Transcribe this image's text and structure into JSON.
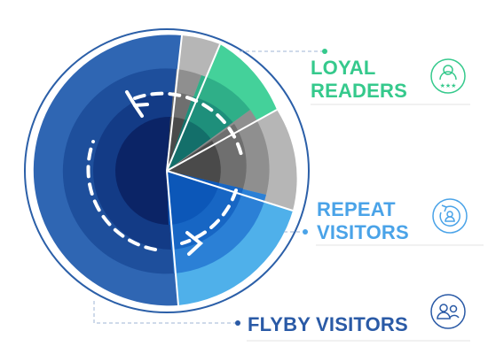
{
  "segments": [
    {
      "key": "loyal",
      "label_lines": [
        "LOYAL",
        "READERS"
      ],
      "text_color": "#35c98c",
      "icon": "loyal-readers-icon",
      "icon_color": "#35c98c"
    },
    {
      "key": "repeat",
      "label_lines": [
        "REPEAT",
        "VISITORS"
      ],
      "text_color": "#4aa3e8",
      "icon": "repeat-visitor-icon",
      "icon_color": "#4aa3e8"
    },
    {
      "key": "flyby",
      "label_lines": [
        "FLYBY VISITORS"
      ],
      "text_color": "#2a5aa6",
      "icon": "group-visitors-icon",
      "icon_color": "#2a5aa6"
    }
  ],
  "colors": {
    "flyby_outer": "#2f66b3",
    "flyby_mid": "#1e4f9c",
    "flyby_inner": "#133b86",
    "flyby_core": "#0b2466",
    "repeat_outer": "#4fb0ea",
    "repeat_mid": "#2b80d6",
    "repeat_inner": "#1766c4",
    "repeat_core": "#0c57b8",
    "loyal_outer": "#44d19a",
    "loyal_mid": "#2faf88",
    "loyal_inner": "#1e8f7b",
    "loyal_core": "#136f6a",
    "gray_outer": "#b6b6b6",
    "gray_mid": "#8f8f8f",
    "gray_inner": "#6f6f6f",
    "gray_core": "#4a4a4a",
    "ring": "#2b5fa8",
    "arrow": "#ffffff",
    "connector": "#9fb6d6",
    "rule": "#e3e3e3"
  }
}
